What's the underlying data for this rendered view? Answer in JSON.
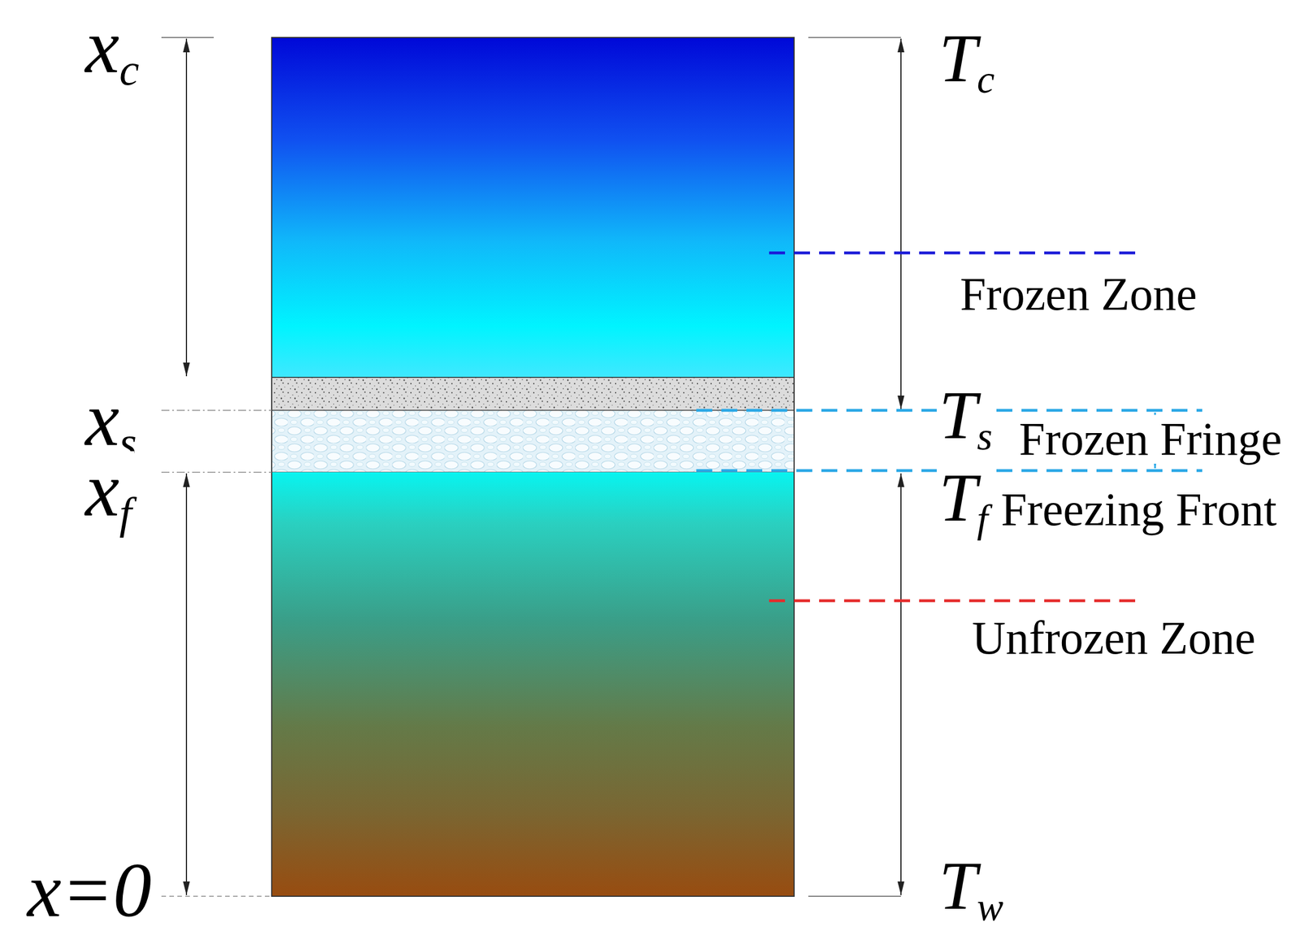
{
  "diagram": {
    "labels": [
      "xc",
      "xs",
      "xf",
      "x=0",
      "Tc",
      "Ts",
      "Tf",
      "Tw",
      "Frozen Zone",
      "Frozen Fringe",
      "Freezing Front",
      "Unfrozen Zone"
    ]
  }
}
